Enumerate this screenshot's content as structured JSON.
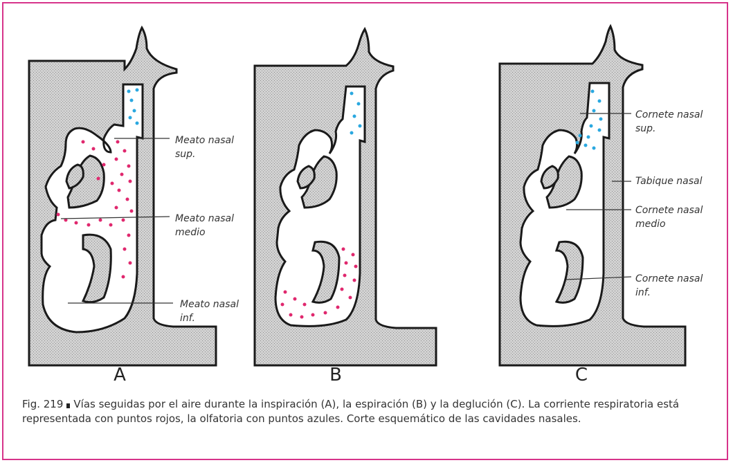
{
  "panels": [
    {
      "letter": "A",
      "labels": {
        "sup": "Meato nasal\nsup.",
        "medio": "Meato nasal\nmedio",
        "inf": "Meato nasal\ninf."
      }
    },
    {
      "letter": "B"
    },
    {
      "letter": "C",
      "labels": {
        "cornete_sup": "Cornete nasal\nsup.",
        "tabique": "Tabique nasal",
        "cornete_medio": "Cornete nasal\nmedio",
        "cornete_inf": "Cornete nasal\ninf."
      }
    }
  ],
  "caption": {
    "fig": "Fig. 219",
    "text": "Vías seguidas por el aire durante la inspiración (A), la espiración (B) y la deglución (C). La corriente respiratoria está representada con puntos rojos, la olfatoria con puntos azules. Corte esquemático de las cavidades nasales."
  },
  "colors": {
    "border": "#d6338a",
    "respiratory_dots": "#e0286e",
    "olfactory_dots": "#2aa8e0",
    "tissue": "#c8c8c8"
  }
}
